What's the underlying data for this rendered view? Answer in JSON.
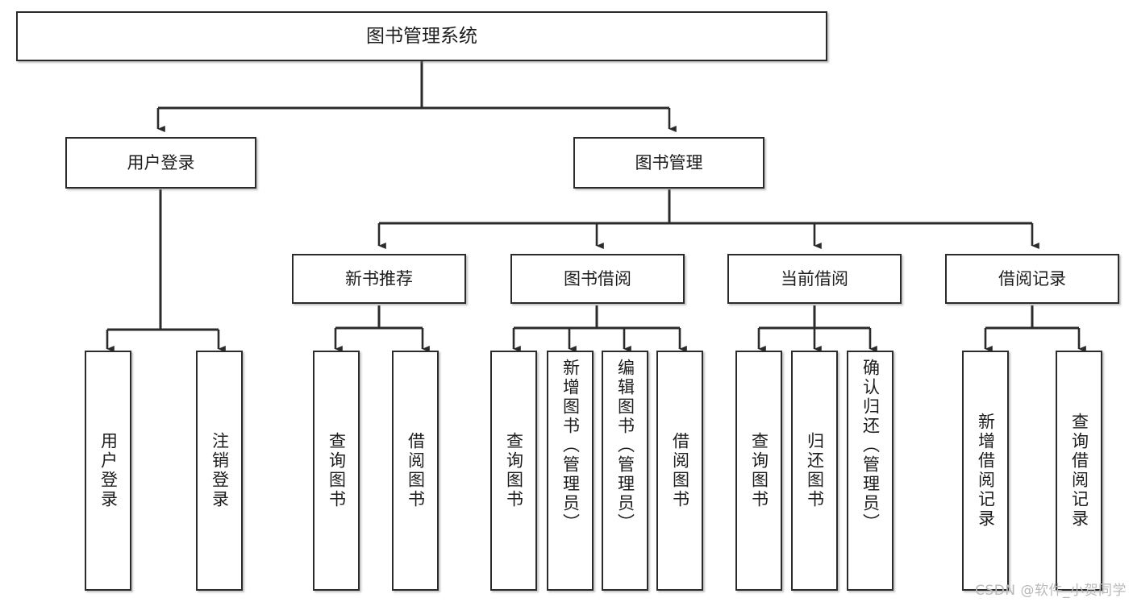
{
  "diagram": {
    "title": "图书管理系统",
    "type": "tree",
    "root": {
      "id": "root",
      "label": "图书管理系统"
    },
    "level2": [
      {
        "id": "user-login",
        "label": "用户登录"
      },
      {
        "id": "book-manage",
        "label": "图书管理"
      }
    ],
    "level3": [
      {
        "id": "new-book-rec",
        "label": "新书推荐",
        "parent": "book-manage"
      },
      {
        "id": "book-borrow",
        "label": "图书借阅",
        "parent": "book-manage"
      },
      {
        "id": "current-borrow",
        "label": "当前借阅",
        "parent": "book-manage"
      },
      {
        "id": "borrow-record",
        "label": "借阅记录",
        "parent": "book-manage"
      }
    ],
    "leaves": [
      {
        "id": "leaf-user-login",
        "label": "用户登录",
        "parent": "user-login"
      },
      {
        "id": "leaf-user-logout",
        "label": "注销登录",
        "parent": "user-login"
      },
      {
        "id": "leaf-rec-query",
        "label": "查询图书",
        "parent": "new-book-rec"
      },
      {
        "id": "leaf-rec-borrow",
        "label": "借阅图书",
        "parent": "new-book-rec"
      },
      {
        "id": "leaf-borrow-query",
        "label": "查询图书",
        "parent": "book-borrow"
      },
      {
        "id": "leaf-borrow-add",
        "label": "新增图书（管理员）",
        "parent": "book-borrow"
      },
      {
        "id": "leaf-borrow-edit",
        "label": "编辑图书（管理员）",
        "parent": "book-borrow"
      },
      {
        "id": "leaf-borrow-lend",
        "label": "借阅图书",
        "parent": "book-borrow"
      },
      {
        "id": "leaf-cur-query",
        "label": "查询图书",
        "parent": "current-borrow"
      },
      {
        "id": "leaf-cur-return",
        "label": "归还图书",
        "parent": "current-borrow"
      },
      {
        "id": "leaf-cur-confirm",
        "label": "确认归还（管理员）",
        "parent": "current-borrow"
      },
      {
        "id": "leaf-rec-add",
        "label": "新增借阅记录",
        "parent": "borrow-record"
      },
      {
        "id": "leaf-rec-query-record",
        "label": "查询借阅记录",
        "parent": "borrow-record"
      }
    ],
    "colors": {
      "box_border": "#2b2b2b",
      "box_fill": "#ffffff",
      "line": "#2b2b2b",
      "text": "#1d1d1d",
      "watermark": "#b9b9b9",
      "background": "#ffffff"
    }
  },
  "watermark": {
    "text": "CSDN @软件_小贺同学"
  }
}
